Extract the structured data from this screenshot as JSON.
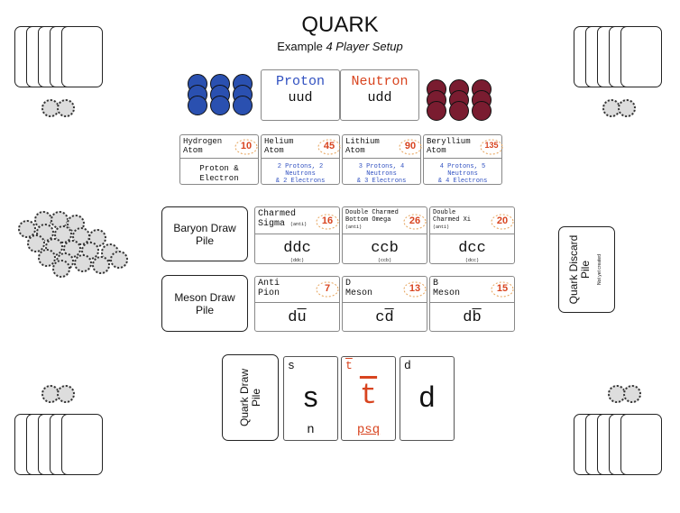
{
  "title": "QUARK",
  "subtitle_prefix": "Example ",
  "subtitle_italic": "4 Player Setup",
  "colors": {
    "up_token": "#2a50b0",
    "down_token": "#7a1c30",
    "accent_red": "#d8441f",
    "blue_text": "#3050c0"
  },
  "proton": {
    "name": "Proton",
    "quarks": "uud"
  },
  "neutron": {
    "name": "Neutron",
    "quarks": "udd"
  },
  "atoms": [
    {
      "name_line1": "Hydrogen",
      "name_line2": "Atom",
      "value": "10",
      "desc_line1": "Proton &",
      "desc_line2": "Electron"
    },
    {
      "name_line1": "Helium",
      "name_line2": "Atom",
      "value": "45",
      "desc_line1": "2 Protons, 2 Neutrons",
      "desc_line2": "& 2 Electrons"
    },
    {
      "name_line1": "Lithium",
      "name_line2": "Atom",
      "value": "90",
      "desc_line1": "3 Protons, 4 Neutrons",
      "desc_line2": "& 3 Electrons"
    },
    {
      "name_line1": "Beryllium",
      "name_line2": "Atom",
      "value": "135",
      "desc_line1": "4 Protons, 5 Neutrons",
      "desc_line2": "& 4 Electrons"
    }
  ],
  "baryon_pile": {
    "label_line1": "Baryon Draw",
    "label_line2": "Pile"
  },
  "meson_pile": {
    "label_line1": "Meson Draw",
    "label_line2": "Pile"
  },
  "baryons": [
    {
      "name_line1": "Charmed",
      "name_line2": "Sigma",
      "anti": "(anti)",
      "value": "16",
      "quarks": "ddc",
      "small": "(ddc)"
    },
    {
      "name_line1": "Double Charmed",
      "name_line2": "Bottom Omega",
      "anti": "(anti)",
      "value": "26",
      "quarks": "ccb",
      "small": "(ccb)"
    },
    {
      "name_line1": "Double",
      "name_line2": "Charmed Xi",
      "anti": "(anti)",
      "value": "20",
      "quarks": "dcc",
      "small": "(dcc)"
    }
  ],
  "mesons": [
    {
      "name_line1": "Anti",
      "name_line2": "Pion",
      "value": "7",
      "q1": "d",
      "q2": "u"
    },
    {
      "name_line1": "D",
      "name_line2": "Meson",
      "value": "13",
      "q1": "c",
      "q2": "d"
    },
    {
      "name_line1": "B",
      "name_line2": "Meson",
      "value": "15",
      "q1": "d",
      "q2": "b"
    }
  ],
  "quark_draw_pile": {
    "label_line1": "Quark Draw",
    "label_line2": "Pile"
  },
  "quark_discard_pile": {
    "label_line1": "Quark Discard",
    "label_line2": "Pile",
    "note": "Not yet created"
  },
  "quark_cards": [
    {
      "corner": "s",
      "center": "s",
      "bottom": "n"
    },
    {
      "corner": "t",
      "center": "t",
      "bottom": "psq"
    },
    {
      "corner": "d",
      "center": "d",
      "bottom": ""
    }
  ]
}
